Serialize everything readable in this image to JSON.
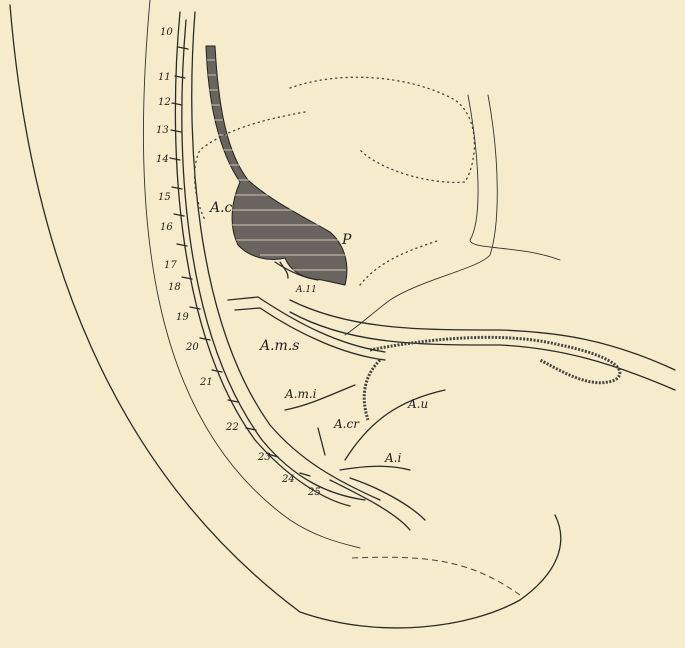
{
  "figure": {
    "background": "#f6eccb",
    "ink": "#2a2a2a",
    "vertebra_numbers": [
      "10",
      "11",
      "12",
      "13",
      "14",
      "15",
      "16",
      "17",
      "18",
      "19",
      "20",
      "21",
      "22",
      "23",
      "24",
      "25"
    ],
    "labels": {
      "ac": "A.c",
      "p": "P",
      "a11": "A.11",
      "ams": "A.m.s",
      "ami": "A.m.i",
      "acr": "A.cr",
      "au": "A.u",
      "ai": "A.i"
    }
  }
}
